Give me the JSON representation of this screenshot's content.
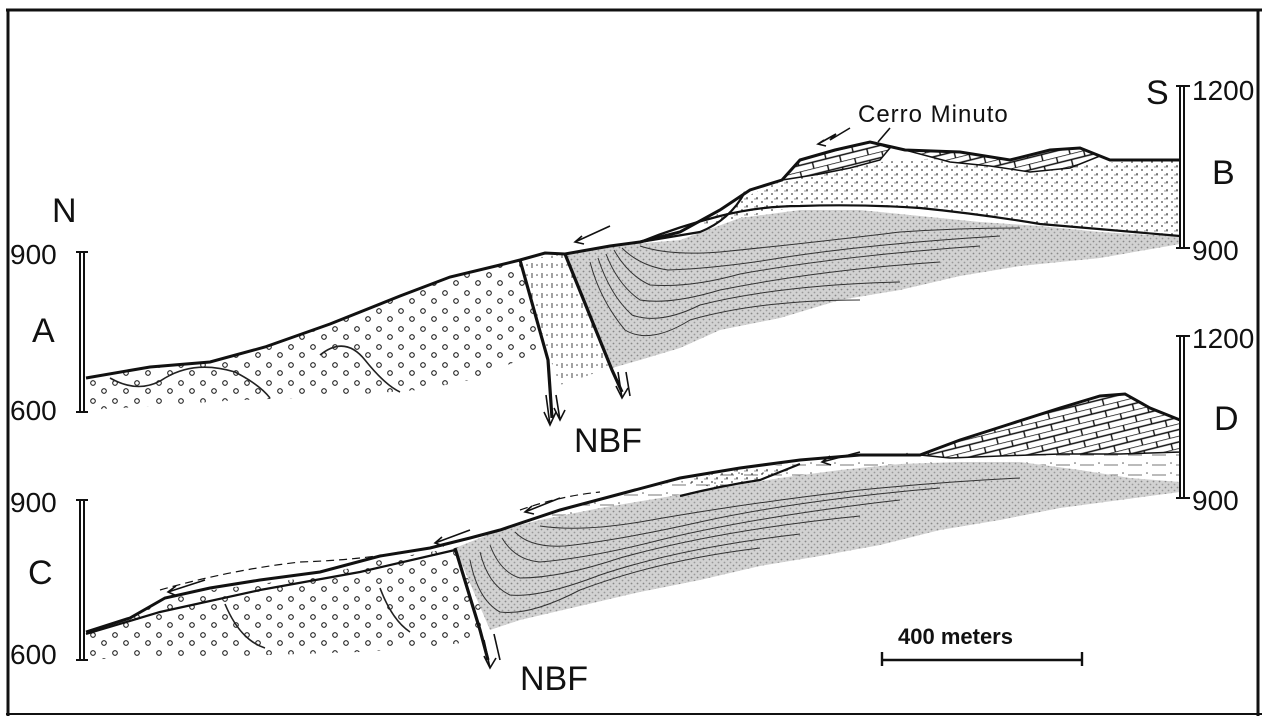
{
  "labels": {
    "north": "N",
    "south": "S",
    "place": "Cerro Minuto",
    "fault_top": "NBF",
    "fault_bottom": "NBF",
    "section_a": "A",
    "section_b": "B",
    "section_c": "C",
    "section_d": "D",
    "scale": "400 meters"
  },
  "elevations": {
    "a_top": "900",
    "a_bottom": "600",
    "b_top": "1200",
    "b_bottom": "900",
    "c_top": "900",
    "c_bottom": "600",
    "d_top": "1200",
    "d_bottom": "900"
  }
}
